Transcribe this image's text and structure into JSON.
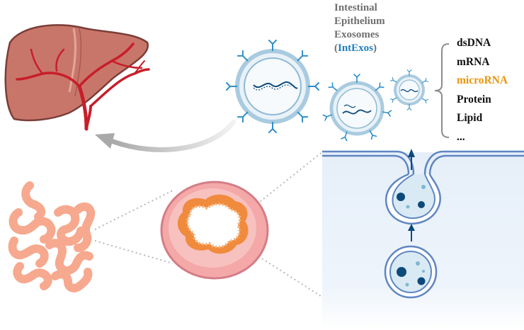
{
  "title": {
    "line1": "Intestinal",
    "line2": "Epithelium",
    "line3": "Exosomes",
    "paren_open": "(",
    "abbr": "IntExos",
    "paren_close": ")"
  },
  "cargo_items": [
    "dsDNA",
    "mRNA",
    "microRNA",
    "Protein",
    "Lipid",
    "..."
  ],
  "colors": {
    "highlight": "#e8960e",
    "accent": "#1e7fc0",
    "liver": "#c9766a",
    "vessel": "#c81e2a",
    "intestine": "#f6a98e",
    "membrane": "#5f86c2",
    "vesicle_fill": "#d9eaf4"
  },
  "icons": [
    "liver-icon",
    "intestine-icon",
    "intestine-cross-section-icon",
    "exosome-icon",
    "multivesicular-body-icon",
    "arrow-icon",
    "brace-icon"
  ]
}
